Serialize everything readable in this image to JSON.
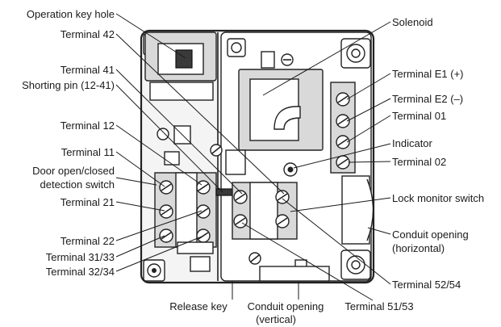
{
  "labels": {
    "operation_key_hole": "Operation key hole",
    "terminal_42": "Terminal 42",
    "terminal_41": "Terminal 41",
    "shorting_pin": "Shorting pin (12-41)",
    "terminal_12": "Terminal 12",
    "terminal_11": "Terminal 11",
    "door_switch_line1": "Door open/closed",
    "door_switch_line2": "detection switch",
    "terminal_21": "Terminal 21",
    "terminal_22": "Terminal 22",
    "terminal_31_33": "Terminal 31/33",
    "terminal_32_34": "Terminal 32/34",
    "release_key": "Release key",
    "conduit_vertical_line1": "Conduit opening",
    "conduit_vertical_line2": "(vertical)",
    "terminal_51_53": "Terminal 51/53",
    "terminal_52_54": "Terminal 52/54",
    "conduit_horizontal_line1": "Conduit opening",
    "conduit_horizontal_line2": "(horizontal)",
    "lock_monitor_switch": "Lock monitor switch",
    "terminal_02": "Terminal 02",
    "indicator": "Indicator",
    "terminal_01": "Terminal 01",
    "terminal_e2": "Terminal E2 (–)",
    "terminal_e1": "Terminal E1 (+)",
    "solenoid": "Solenoid"
  },
  "icons": {
    "screw": "screw-icon",
    "indicator_lamp": "indicator-lamp-icon"
  },
  "colors": {
    "line": "#1a1a1a",
    "body_fill": "#f4f4f4",
    "gray_fill": "#d9d9d9"
  }
}
